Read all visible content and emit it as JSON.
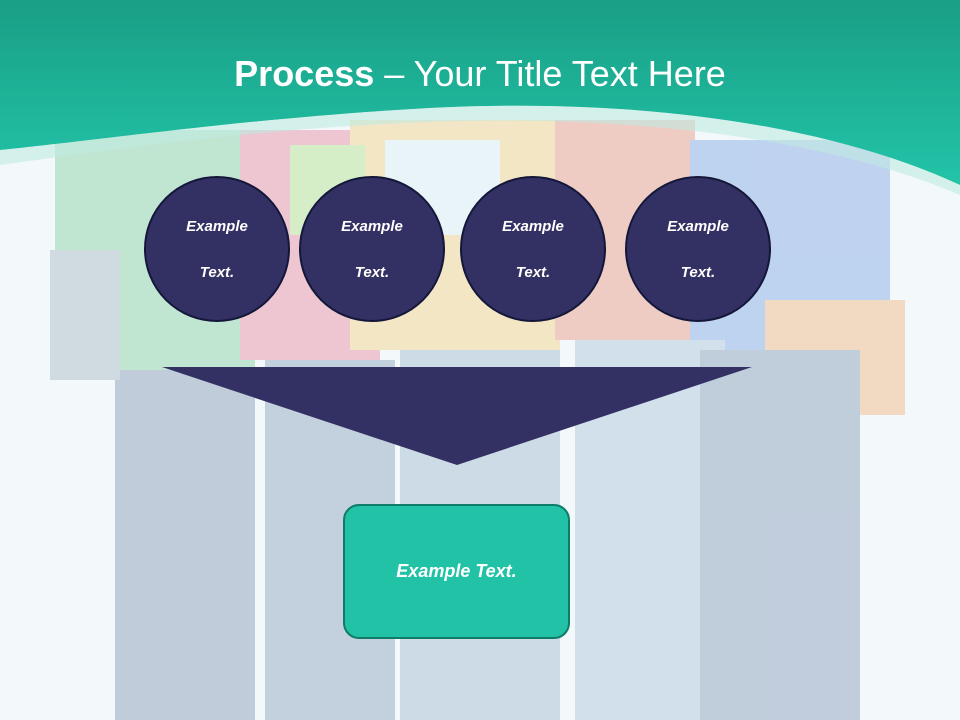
{
  "slide": {
    "title_bold": "Process",
    "title_rest": " – Your Title Text Here",
    "circles": [
      {
        "line1": "Example",
        "line2": "Text."
      },
      {
        "line1": "Example",
        "line2": "Text."
      },
      {
        "line1": "Example",
        "line2": "Text."
      },
      {
        "line1": "Example",
        "line2": "Text."
      }
    ],
    "result_text": "Example Text."
  },
  "colors": {
    "header_teal": "#1fbfa2",
    "circle_fill": "#333163",
    "funnel_fill": "#333163",
    "result_fill": "#22c2a6"
  }
}
